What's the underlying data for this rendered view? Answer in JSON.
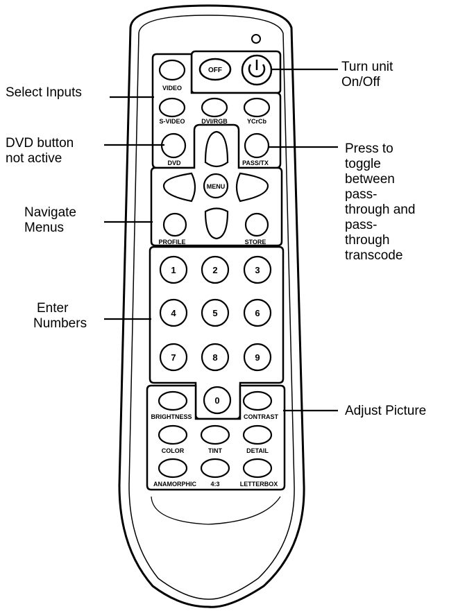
{
  "remote": {
    "power": {
      "off_label": "OFF"
    },
    "inputs": {
      "video": "VIDEO",
      "svideo": "S-VIDEO",
      "dvirgb": "DVI/RGB",
      "ycrcb": "YCrCb"
    },
    "dvd_label": "DVD",
    "pass_label": "PASS/TX",
    "menu_label": "MENU",
    "profile_label": "PROFILE",
    "store_label": "STORE",
    "numbers": [
      "1",
      "2",
      "3",
      "4",
      "5",
      "6",
      "7",
      "8",
      "9",
      "0"
    ],
    "picture": {
      "brightness": "BRIGHTNESS",
      "contrast": "CONTRAST",
      "color": "COLOR",
      "tint": "TINT",
      "detail": "DETAIL",
      "anamorphic": "ANAMORPHIC",
      "ratio43": "4:3",
      "letterbox": "LETTERBOX"
    }
  },
  "callouts": {
    "select_inputs": "Select Inputs",
    "dvd": [
      "DVD button",
      "not active"
    ],
    "navigate": [
      "Navigate",
      "Menus"
    ],
    "enter": [
      "Enter",
      "Numbers"
    ],
    "turn_unit": [
      "Turn unit",
      "On/Off"
    ],
    "press_toggle": [
      "Press to",
      "toggle",
      "between",
      "pass-",
      "through and",
      "pass-",
      "through",
      "transcode"
    ],
    "adjust_picture": "Adjust Picture"
  }
}
